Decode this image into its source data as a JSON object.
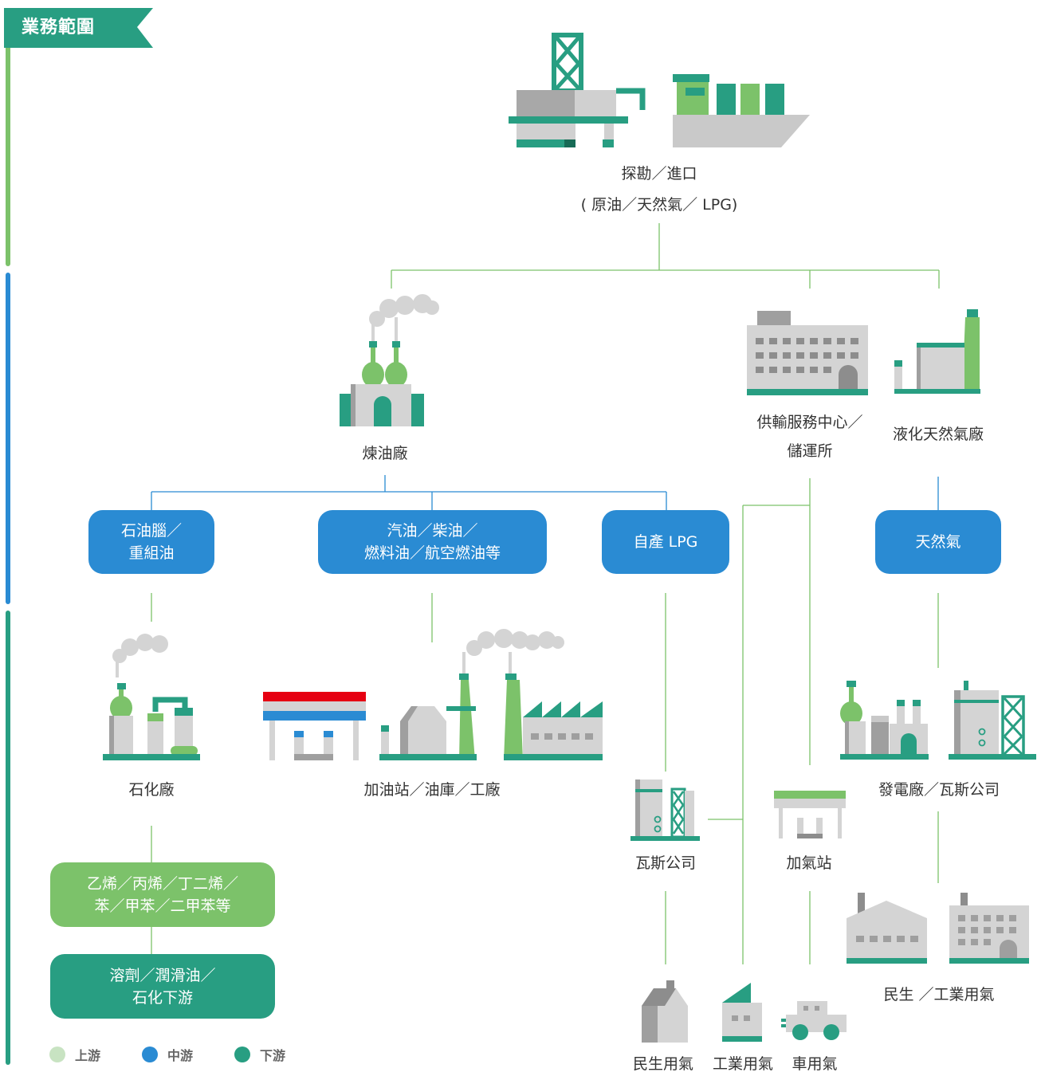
{
  "banner": {
    "title": "業務範圍"
  },
  "colors": {
    "green": "#289e82",
    "light_green": "#7cc26a",
    "blue": "#2a8bd3",
    "gray": "#c9c9c9",
    "line_green": "#7cc26a",
    "line_blue": "#2a8bd3"
  },
  "nodes": {
    "source": {
      "line1": "探勘／進口",
      "line2": "( 原油／天然氣／ LPG)"
    },
    "refinery": {
      "label": "煉油廠"
    },
    "supply_center": {
      "line1": "供輸服務中心／",
      "line2": "儲運所"
    },
    "lng_plant": {
      "label": "液化天然氣廠"
    },
    "petrochem_plant": {
      "label": "石化廠"
    },
    "gas_station": {
      "label": "加油站／油庫／工廠"
    },
    "gas_company": {
      "label": "瓦斯公司"
    },
    "lpg_station": {
      "label": "加氣站"
    },
    "power_plant": {
      "label": "發電廠／瓦斯公司"
    },
    "civil_industrial": {
      "label": "民生 ／工業用氣"
    },
    "civil_gas": {
      "label": "民生用氣"
    },
    "industrial_gas": {
      "label": "工業用氣"
    },
    "vehicle_gas": {
      "label": "車用氣"
    }
  },
  "boxes": {
    "naphtha": {
      "line1": "石油腦／",
      "line2": "重組油"
    },
    "fuels": {
      "line1": "汽油／柴油／",
      "line2": "燃料油／航空燃油等"
    },
    "lpg": {
      "label": "自產 LPG"
    },
    "natural_gas": {
      "label": "天然氣"
    },
    "olefins": {
      "line1": "乙烯／丙烯／丁二烯／",
      "line2": "苯／甲苯／二甲苯等"
    },
    "solvents": {
      "line1": "溶劑／潤滑油／",
      "line2": "石化下游"
    }
  },
  "legend": [
    {
      "label": "上游",
      "color": "#c8e3c2"
    },
    {
      "label": "中游",
      "color": "#2a8bd3"
    },
    {
      "label": "下游",
      "color": "#289e82"
    }
  ]
}
